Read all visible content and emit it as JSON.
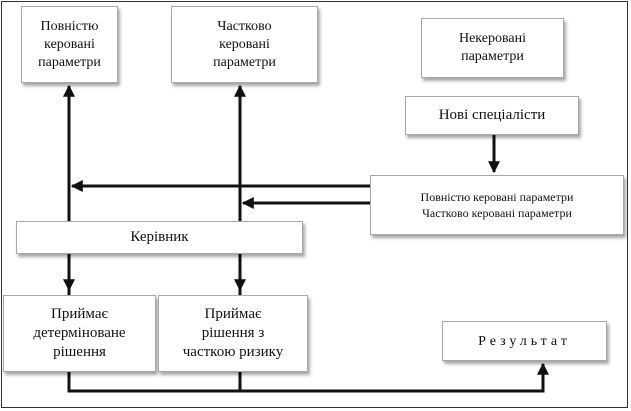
{
  "diagram": {
    "nodes": {
      "fully_controlled": "Повністю\nкеровані\nпараметри",
      "partially_controlled": "Частково\nкеровані\nпараметри",
      "uncontrolled": "Некеровані\nпараметри",
      "new_specialists": "Нові спеціалісти",
      "params_list": "Повністю керовані параметри\nЧастково керовані параметри",
      "manager": "Керівник",
      "deterministic_decision": "Приймає\nдетерміноване\nрішення",
      "risk_decision": "Приймає\nрішення з\nчасткою ризику",
      "result": "Результат"
    },
    "edges": [
      {
        "from": "manager",
        "to": "fully_controlled"
      },
      {
        "from": "manager",
        "to": "partially_controlled"
      },
      {
        "from": "new_specialists",
        "to": "params_list"
      },
      {
        "from": "params_list",
        "to": "manager"
      },
      {
        "from": "manager",
        "to": "deterministic_decision"
      },
      {
        "from": "manager",
        "to": "risk_decision"
      },
      {
        "from": "deterministic_decision",
        "to": "result"
      },
      {
        "from": "risk_decision",
        "to": "result"
      }
    ]
  }
}
